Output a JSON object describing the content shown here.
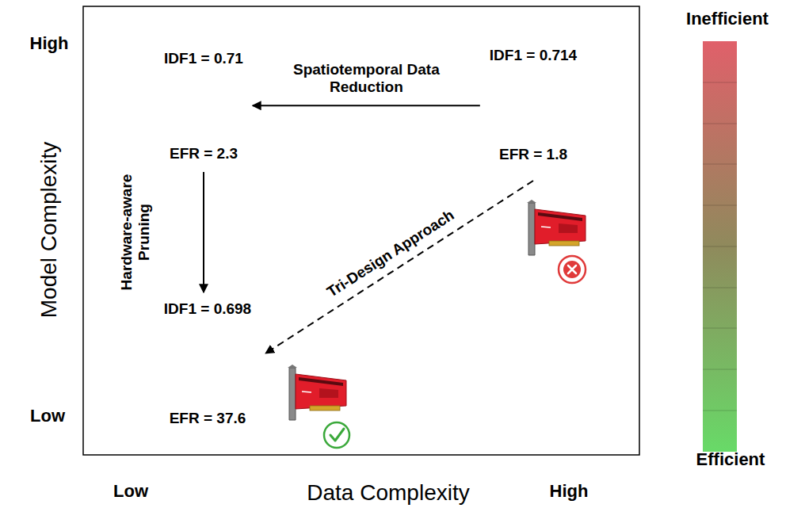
{
  "diagram": {
    "nodes": [
      {
        "text": [
          "IDF1 = 0.71",
          "EFR = 2.3"
        ]
      },
      {
        "text": [
          "IDF1 = 0.714",
          "EFR = 1.8"
        ]
      },
      {
        "text": [
          "IDF1 = 0.698",
          "EFR = 37.6"
        ]
      }
    ],
    "edges": [
      {
        "from": 1,
        "to": 0,
        "arrow": "to",
        "label": "Spatiotemporal Data Reduction"
      },
      {
        "from": 0,
        "to": 2,
        "arrow": "to",
        "label": "Hardware-aware Pruning"
      },
      {
        "from": 1,
        "to": 2,
        "arrow": "to",
        "label": "Tri-Design Approach"
      }
    ],
    "labels": [
      "High",
      "Low",
      "Model Complexity",
      "Low",
      "Data Complexity",
      "High",
      "Inefficient",
      "Efficient"
    ]
  }
}
